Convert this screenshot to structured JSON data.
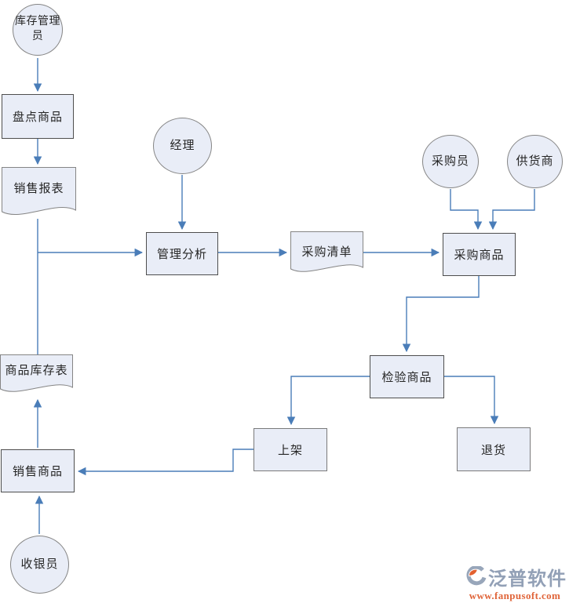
{
  "diagram": {
    "nodes": {
      "inventory_manager": {
        "label": "库存管理员",
        "type": "actor"
      },
      "count_goods": {
        "label": "盘点商品",
        "type": "process"
      },
      "sales_report": {
        "label": "销售报表",
        "type": "document"
      },
      "manager": {
        "label": "经理",
        "type": "actor"
      },
      "management_analysis": {
        "label": "管理分析",
        "type": "process"
      },
      "purchase_list": {
        "label": "采购清单",
        "type": "document"
      },
      "purchaser": {
        "label": "采购员",
        "type": "actor"
      },
      "supplier": {
        "label": "供货商",
        "type": "actor"
      },
      "purchase_goods": {
        "label": "采购商品",
        "type": "process"
      },
      "inspect_goods": {
        "label": "检验商品",
        "type": "process"
      },
      "shelve": {
        "label": "上架",
        "type": "process"
      },
      "return_goods": {
        "label": "退货",
        "type": "process"
      },
      "goods_inventory_table": {
        "label": "商品库存表",
        "type": "document"
      },
      "sell_goods": {
        "label": "销售商品",
        "type": "process"
      },
      "cashier": {
        "label": "收银员",
        "type": "actor"
      }
    },
    "edges": [
      {
        "from": "inventory_manager",
        "to": "count_goods"
      },
      {
        "from": "count_goods",
        "to": "sales_report"
      },
      {
        "from": "sales_report",
        "to": "management_analysis"
      },
      {
        "from": "sales_report",
        "to": "goods_inventory_table"
      },
      {
        "from": "manager",
        "to": "management_analysis"
      },
      {
        "from": "management_analysis",
        "to": "purchase_list"
      },
      {
        "from": "purchase_list",
        "to": "purchase_goods"
      },
      {
        "from": "purchaser",
        "to": "purchase_goods"
      },
      {
        "from": "supplier",
        "to": "purchase_goods"
      },
      {
        "from": "purchase_goods",
        "to": "inspect_goods"
      },
      {
        "from": "inspect_goods",
        "to": "shelve"
      },
      {
        "from": "inspect_goods",
        "to": "return_goods"
      },
      {
        "from": "shelve",
        "to": "sell_goods"
      },
      {
        "from": "sell_goods",
        "to": "goods_inventory_table"
      },
      {
        "from": "cashier",
        "to": "sell_goods"
      }
    ],
    "colors": {
      "shape_fill": "#e9edf7",
      "process_border": "#4e4e4e",
      "process_border_light": "#7a7a7a",
      "outline_border": "#858585",
      "connector": "#4a7db8",
      "text": "#262626"
    }
  },
  "watermark": {
    "logo_text": "泛普软件",
    "url": "www.fanpusoft.com",
    "colors": {
      "logo_color": "#92a0b6",
      "url_color": "#e0653a",
      "icon_orange": "#e2602f",
      "icon_gray": "#98a6ba"
    }
  }
}
